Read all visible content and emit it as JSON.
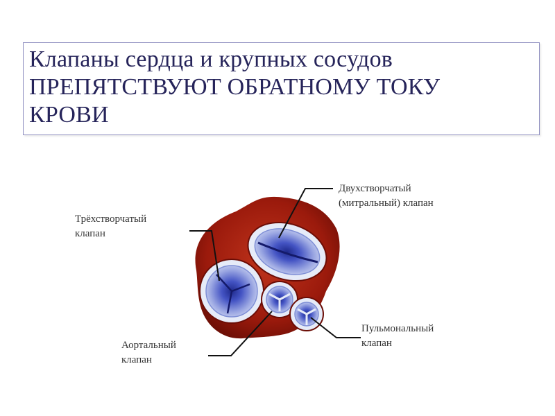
{
  "title": {
    "line1": "Клапаны сердца и крупных сосудов",
    "line2": "ПРЕПЯТСТВУЮТ ОБРАТНОМУ ТОКУ",
    "line3": "КРОВИ"
  },
  "labels": {
    "tricuspid": {
      "line1": "Трёхстворчатый",
      "line2": "клапан"
    },
    "mitral": {
      "line1": "Двухстворчатый",
      "line2": "(митральный) клапан"
    },
    "aortic": {
      "line1": "Аортальный",
      "line2": "клапан"
    },
    "pulmonary": {
      "line1": "Пульмональный",
      "line2": "клапан"
    }
  },
  "colors": {
    "title_text": "#26245a",
    "title_border": "#8f8fc0",
    "heart_tissue": "#9b1a0c",
    "valve_ring": "#dde4f4",
    "valve_blue": "#3d4db8",
    "leader_line": "#111111"
  }
}
